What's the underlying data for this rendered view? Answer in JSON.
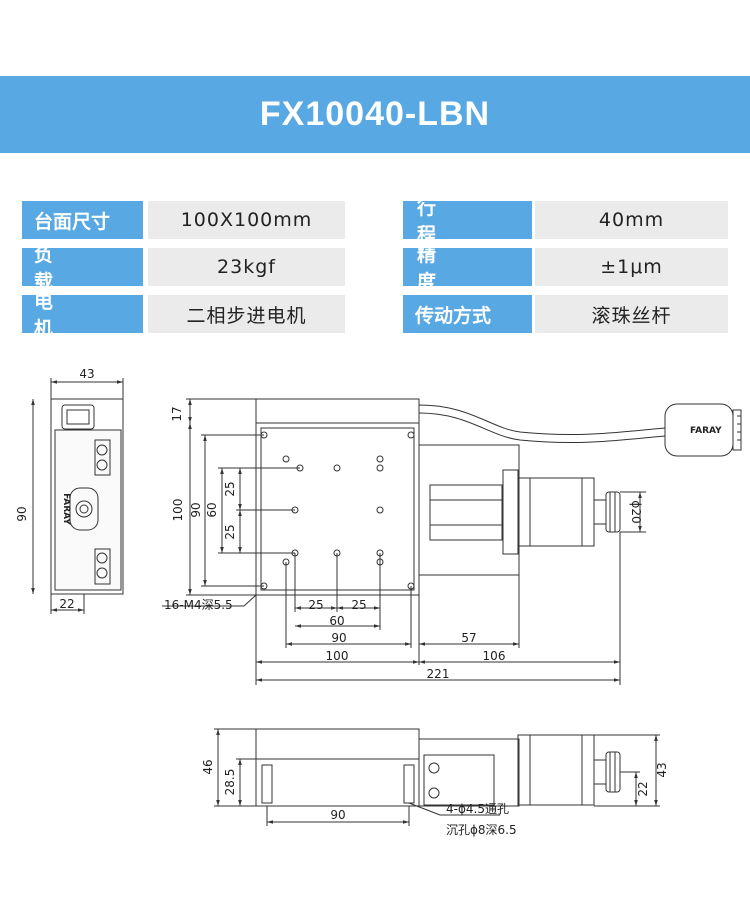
{
  "title": "FX10040-LBN",
  "specs": [
    {
      "label": "台面尺寸",
      "value": "100X100mm",
      "label2": "行程",
      "value2": "40mm"
    },
    {
      "label": "负载",
      "value": "23kgf",
      "label2": "精度",
      "value2": "±1μm"
    },
    {
      "label": "电机",
      "value": "二相步进电机",
      "label2": "传动方式",
      "value2": "滚珠丝杆"
    }
  ],
  "drawing": {
    "side_view": {
      "width": "43",
      "height": "90",
      "base": "22",
      "brand": "FARAY"
    },
    "top_view": {
      "d17": "17",
      "d100v": "100",
      "d90v": "90",
      "d60v": "60",
      "d25a": "25",
      "d25b": "25",
      "hole_note": "16-M4深5.5",
      "d25c": "25",
      "d25d": "25",
      "d60h": "60",
      "d90h": "90",
      "d100h": "100",
      "d57": "57",
      "d106": "106",
      "d221": "221",
      "d20": "ϕ20",
      "brand": "FARAY"
    },
    "front_view": {
      "d46": "46",
      "d285": "28.5",
      "d90": "90",
      "d43": "43",
      "d22": "22",
      "note1": "4-ϕ4.5通孔",
      "note2": "沉孔ϕ8深6.5"
    }
  },
  "colors": {
    "banner": "#58a8e3",
    "label_bg": "#58a8e3",
    "value_bg": "#ebebeb"
  }
}
